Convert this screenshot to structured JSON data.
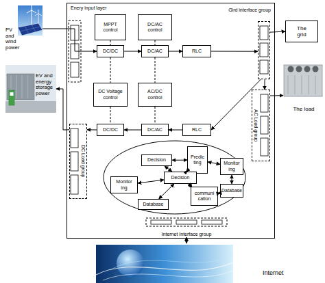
{
  "diagram": {
    "nodes": [
      {
        "text": [
          "PV and wind power"
        ]
      },
      {
        "text": [
          "Enery input layer"
        ]
      },
      {
        "text": [
          "MPPT control"
        ],
        "in": 1
      },
      {
        "text": [
          "DC/AC control"
        ],
        "in": 1
      },
      {
        "text": [
          "Gird interface group"
        ],
        "in": 1
      },
      {
        "text": [
          "DC/DC"
        ],
        "in": 1
      },
      {
        "text": [
          "DC/AC"
        ],
        "in": 1
      },
      {
        "text": [
          "RLC"
        ],
        "in": 1
      },
      {
        "text": [
          "The grid"
        ]
      },
      {
        "text": [
          "EV and energy storage power"
        ]
      },
      {
        "text": [
          "DC Voltage control"
        ],
        "in": 1
      },
      {
        "text": [
          "AC/DC control"
        ],
        "in": 1
      },
      {
        "text": [
          "AC Load group"
        ],
        "in": 1
      },
      {
        "text": [
          "DC Load group"
        ],
        "in": 1
      },
      {
        "text": [
          "DC/DC"
        ],
        "in": 1
      },
      {
        "text": [
          "DC/AC"
        ],
        "in": 1
      },
      {
        "text": [
          "RLC"
        ],
        "in": 1
      },
      {
        "text": [
          "The load"
        ]
      },
      {
        "text": [
          "Decision"
        ],
        "in": 1
      },
      {
        "text": [
          "Predic ting"
        ],
        "in": 1
      },
      {
        "text": [
          "Monitor ing"
        ],
        "in": 1
      },
      {
        "text": [
          "Monitor ing"
        ],
        "in": 1
      },
      {
        "text": [
          "Decision"
        ],
        "in": 1
      },
      {
        "text": [
          "communi cation"
        ],
        "in": 1
      },
      {
        "text": [
          "Database"
        ],
        "in": 1
      },
      {
        "text": [
          "Database"
        ],
        "in": 1
      },
      {
        "text": [
          "Internet Interface group"
        ],
        "in": 1
      },
      {
        "text": [
          "Internet"
        ]
      }
    ],
    "edges": [
      {
        "from": 0,
        "to": 5,
        "arrow": "to"
      },
      {
        "from": 5,
        "to": 6,
        "arrow": "to"
      },
      {
        "from": 6,
        "to": 7,
        "arrow": "to"
      },
      {
        "from": 7,
        "to": 4,
        "arrow": "to"
      },
      {
        "from": 4,
        "to": 8,
        "arrow": "to"
      },
      {
        "from": 4,
        "to": 16,
        "arrow": "to"
      },
      {
        "from": 16,
        "to": 15,
        "arrow": "to"
      },
      {
        "from": 15,
        "to": 14,
        "arrow": "to"
      },
      {
        "from": 14,
        "to": 13,
        "arrow": "to"
      },
      {
        "from": 13,
        "to": 9,
        "arrow": "to"
      },
      {
        "from": 4,
        "to": 12,
        "arrow": "to"
      },
      {
        "from": 12,
        "to": 17,
        "arrow": "to"
      },
      {
        "from": 2,
        "to": 5,
        "arrow": "none"
      },
      {
        "from": 5,
        "to": 10,
        "arrow": "none"
      },
      {
        "from": 10,
        "to": 14,
        "arrow": "none"
      },
      {
        "from": 3,
        "to": 6,
        "arrow": "none"
      },
      {
        "from": 6,
        "to": 11,
        "arrow": "none"
      },
      {
        "from": 11,
        "to": 15,
        "arrow": "none"
      },
      {
        "from": 18,
        "to": 19,
        "arrow": "both"
      },
      {
        "from": 18,
        "to": 22,
        "arrow": "both"
      },
      {
        "from": 21,
        "to": 22,
        "arrow": "both"
      },
      {
        "from": 22,
        "to": 19,
        "arrow": "both"
      },
      {
        "from": 19,
        "to": 20,
        "arrow": "both"
      },
      {
        "from": 20,
        "to": 24,
        "arrow": "both"
      },
      {
        "from": 22,
        "to": 25,
        "arrow": "both"
      },
      {
        "from": 22,
        "to": 23,
        "arrow": "both"
      },
      {
        "from": 23,
        "to": 24,
        "arrow": "both"
      },
      {
        "from": 26,
        "to": 27,
        "arrow": "both"
      }
    ]
  }
}
